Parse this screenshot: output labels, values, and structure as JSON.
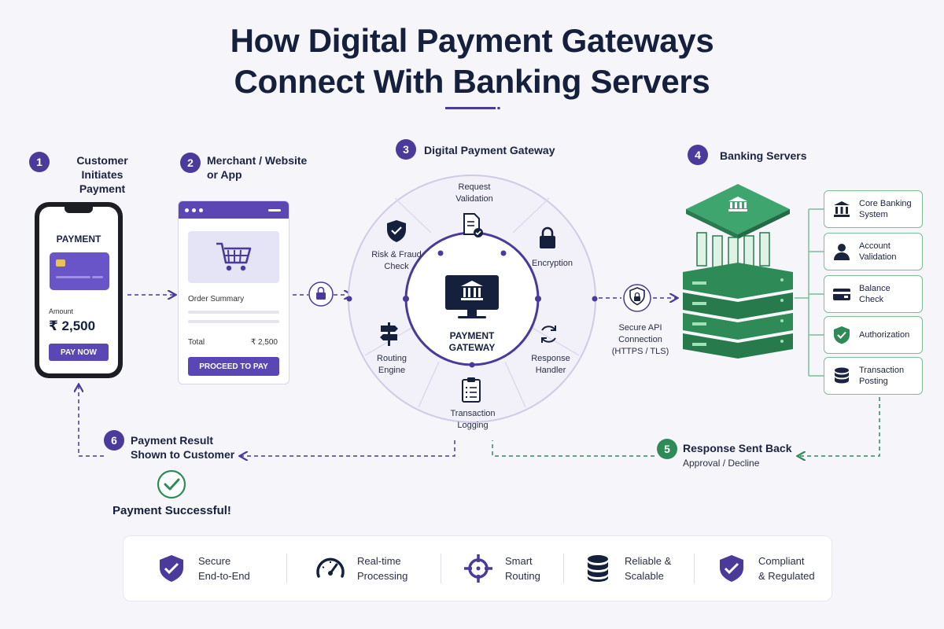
{
  "title": {
    "line1": "How Digital Payment Gateways",
    "line2": "Connect With Banking Servers"
  },
  "steps": [
    {
      "number": "1",
      "label": "Customer",
      "label2": "Initiates Payment"
    },
    {
      "number": "2",
      "label": "Merchant / Website",
      "label2": "or App"
    },
    {
      "number": "3",
      "label": "Digital Payment Gateway"
    },
    {
      "number": "4",
      "label": "Banking Servers"
    },
    {
      "number": "5",
      "label": "Response Sent Back",
      "sub": "Approval / Decline"
    },
    {
      "number": "6",
      "label": "Payment Result",
      "label2": "Shown to Customer"
    }
  ],
  "phone": {
    "title": "PAYMENT",
    "amount_label": "Amount",
    "amount": "₹ 2,500",
    "button": "PAY NOW"
  },
  "merchant": {
    "order_summary": "Order Summary",
    "total_label": "Total",
    "total_value": "₹ 2,500",
    "button": "PROCEED TO PAY"
  },
  "gateway": {
    "center_line1": "PAYMENT",
    "center_line2": "GATEWAY",
    "segments": [
      {
        "line1": "Request",
        "line2": "Validation",
        "icon": "document-check-icon"
      },
      {
        "line1": "Encryption",
        "line2": "",
        "icon": "lock-icon"
      },
      {
        "line1": "Response",
        "line2": "Handler",
        "icon": "refresh-icon"
      },
      {
        "line1": "Transaction",
        "line2": "Logging",
        "icon": "clipboard-icon"
      },
      {
        "line1": "Routing",
        "line2": "Engine",
        "icon": "signpost-icon"
      },
      {
        "line1": "Risk & Fraud",
        "line2": "Check",
        "icon": "shield-check-icon"
      }
    ]
  },
  "secure_api": {
    "line1": "Secure API",
    "line2": "Connection",
    "line3": "(HTTPS / TLS)"
  },
  "banking_items": [
    {
      "line1": "Core Banking",
      "line2": "System",
      "icon": "bank-icon"
    },
    {
      "line1": "Account",
      "line2": "Validation",
      "icon": "user-icon"
    },
    {
      "line1": "Balance",
      "line2": "Check",
      "icon": "wallet-icon"
    },
    {
      "line1": "Authorization",
      "line2": "",
      "icon": "shield-check-icon"
    },
    {
      "line1": "Transaction",
      "line2": "Posting",
      "icon": "database-icon"
    }
  ],
  "result": {
    "text": "Payment Successful!"
  },
  "features": [
    {
      "line1": "Secure",
      "line2": "End-to-End",
      "icon": "shield-check-icon"
    },
    {
      "line1": "Real-time",
      "line2": "Processing",
      "icon": "speedometer-icon"
    },
    {
      "line1": "Smart",
      "line2": "Routing",
      "icon": "crosshair-icon"
    },
    {
      "line1": "Reliable &",
      "line2": "Scalable",
      "icon": "database-icon"
    },
    {
      "line1": "Compliant",
      "line2": "& Regulated",
      "icon": "shield-check-icon"
    }
  ],
  "colors": {
    "primary": "#4b3a9a",
    "accent_green": "#2e8b57",
    "dark_text": "#15203d",
    "background": "#f5f5fa"
  }
}
